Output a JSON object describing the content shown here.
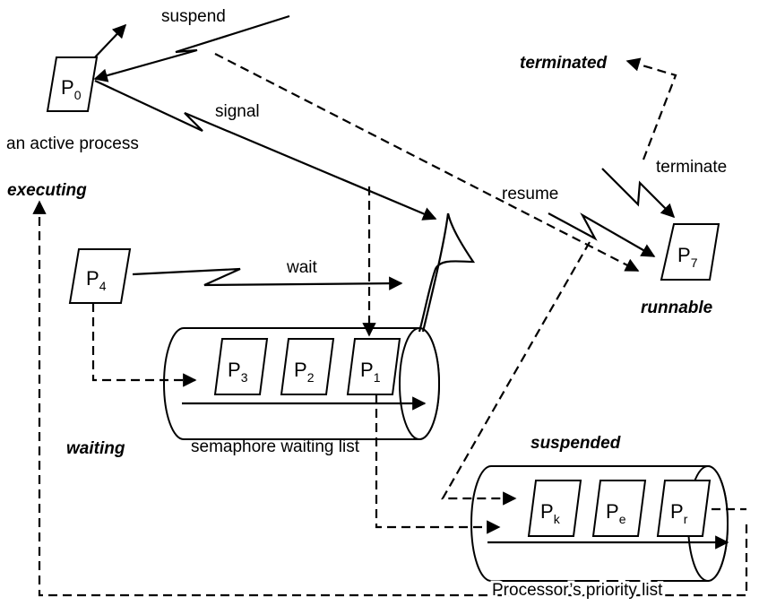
{
  "labels": {
    "suspend": "suspend",
    "signal": "signal",
    "active_process": "an active process",
    "wait": "wait",
    "resume": "resume",
    "terminate": "terminate",
    "semaphore_list": "semaphore waiting list",
    "priority_list": "Processor’s priority list"
  },
  "states": {
    "executing": "executing",
    "terminated": "terminated",
    "runnable": "runnable",
    "waiting": "waiting",
    "suspended": "suspended"
  },
  "processes": {
    "p0": {
      "name": "P",
      "sub": "0"
    },
    "p4": {
      "name": "P",
      "sub": "4"
    },
    "p7": {
      "name": "P",
      "sub": "7"
    },
    "p3": {
      "name": "P",
      "sub": "3"
    },
    "p2": {
      "name": "P",
      "sub": "2"
    },
    "p1": {
      "name": "P",
      "sub": "1"
    },
    "pk": {
      "name": "P",
      "sub": "k"
    },
    "pe": {
      "name": "P",
      "sub": "e"
    },
    "pr": {
      "name": "P",
      "sub": "r"
    }
  }
}
